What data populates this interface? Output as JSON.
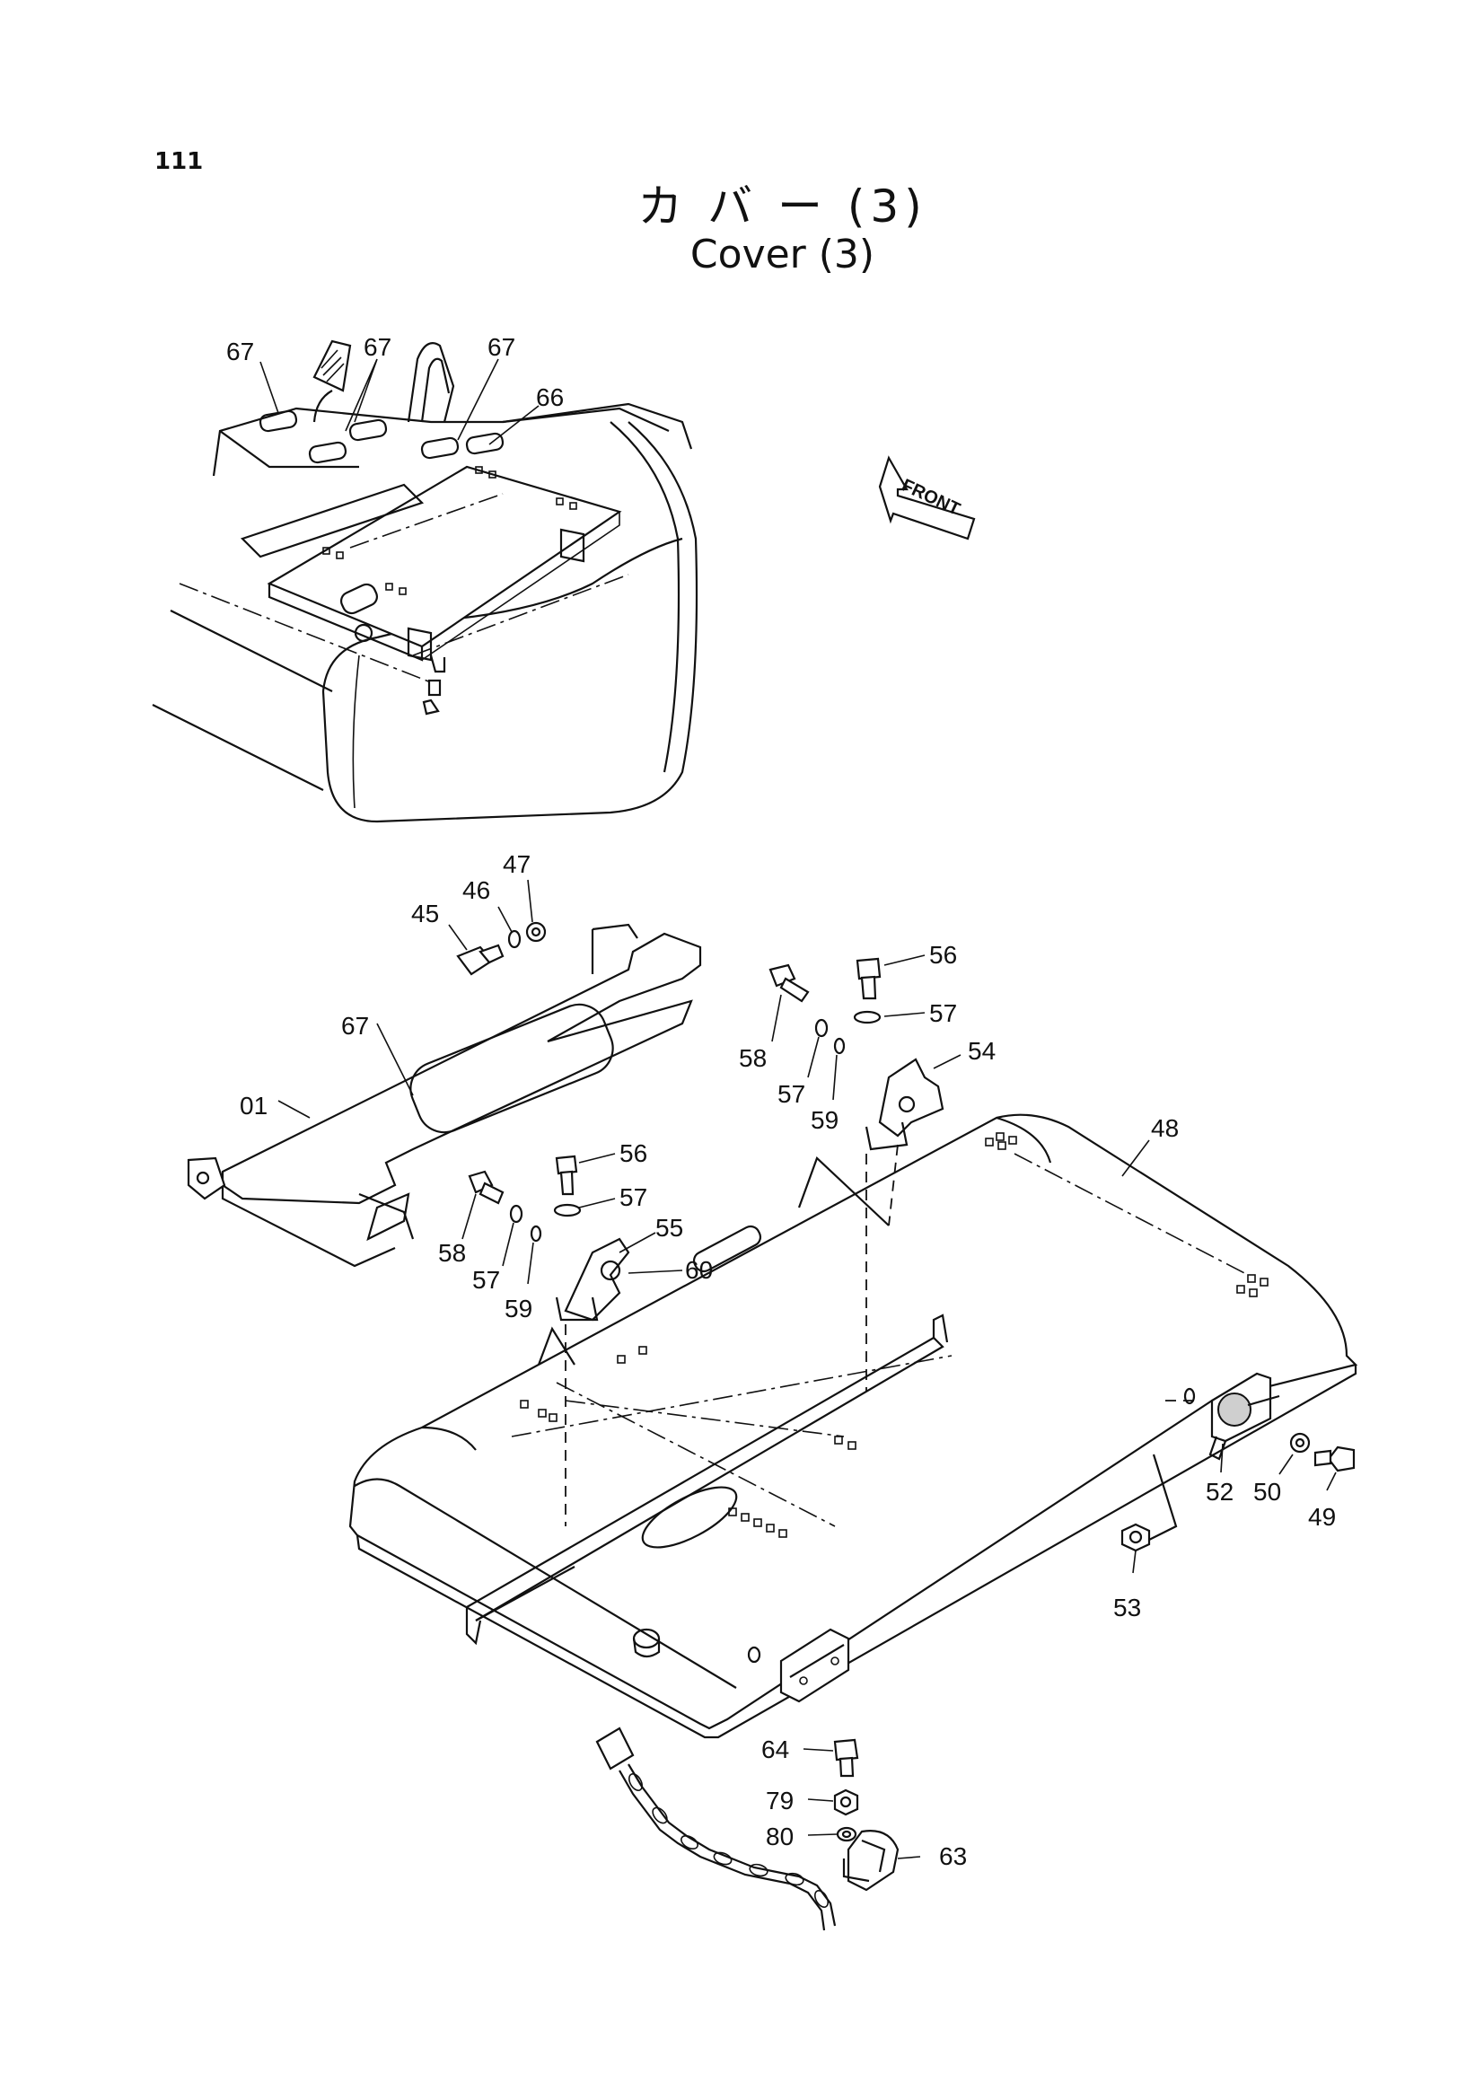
{
  "page_number": "111",
  "title_jp": "カ バ ー (3)",
  "title_en": "Cover (3)",
  "direction_indicator": {
    "label": "FRONT",
    "icon": "arrow-front-icon"
  },
  "callouts_top": [
    "67",
    "67",
    "67",
    "66"
  ],
  "callouts": {
    "c45": "45",
    "c46": "46",
    "c47": "47",
    "c67": "67",
    "c01": "01",
    "c58a": "58",
    "c57a": "57",
    "c59a": "59",
    "c56a": "56",
    "c57b": "57",
    "c55": "55",
    "c60": "60",
    "c58b": "58",
    "c57c": "57",
    "c59b": "59",
    "c56b": "56",
    "c57d": "57",
    "c54": "54",
    "c48": "48",
    "c52": "52",
    "c50": "50",
    "c49": "49",
    "c53": "53",
    "c64": "64",
    "c79": "79",
    "c80": "80",
    "c63": "63"
  }
}
